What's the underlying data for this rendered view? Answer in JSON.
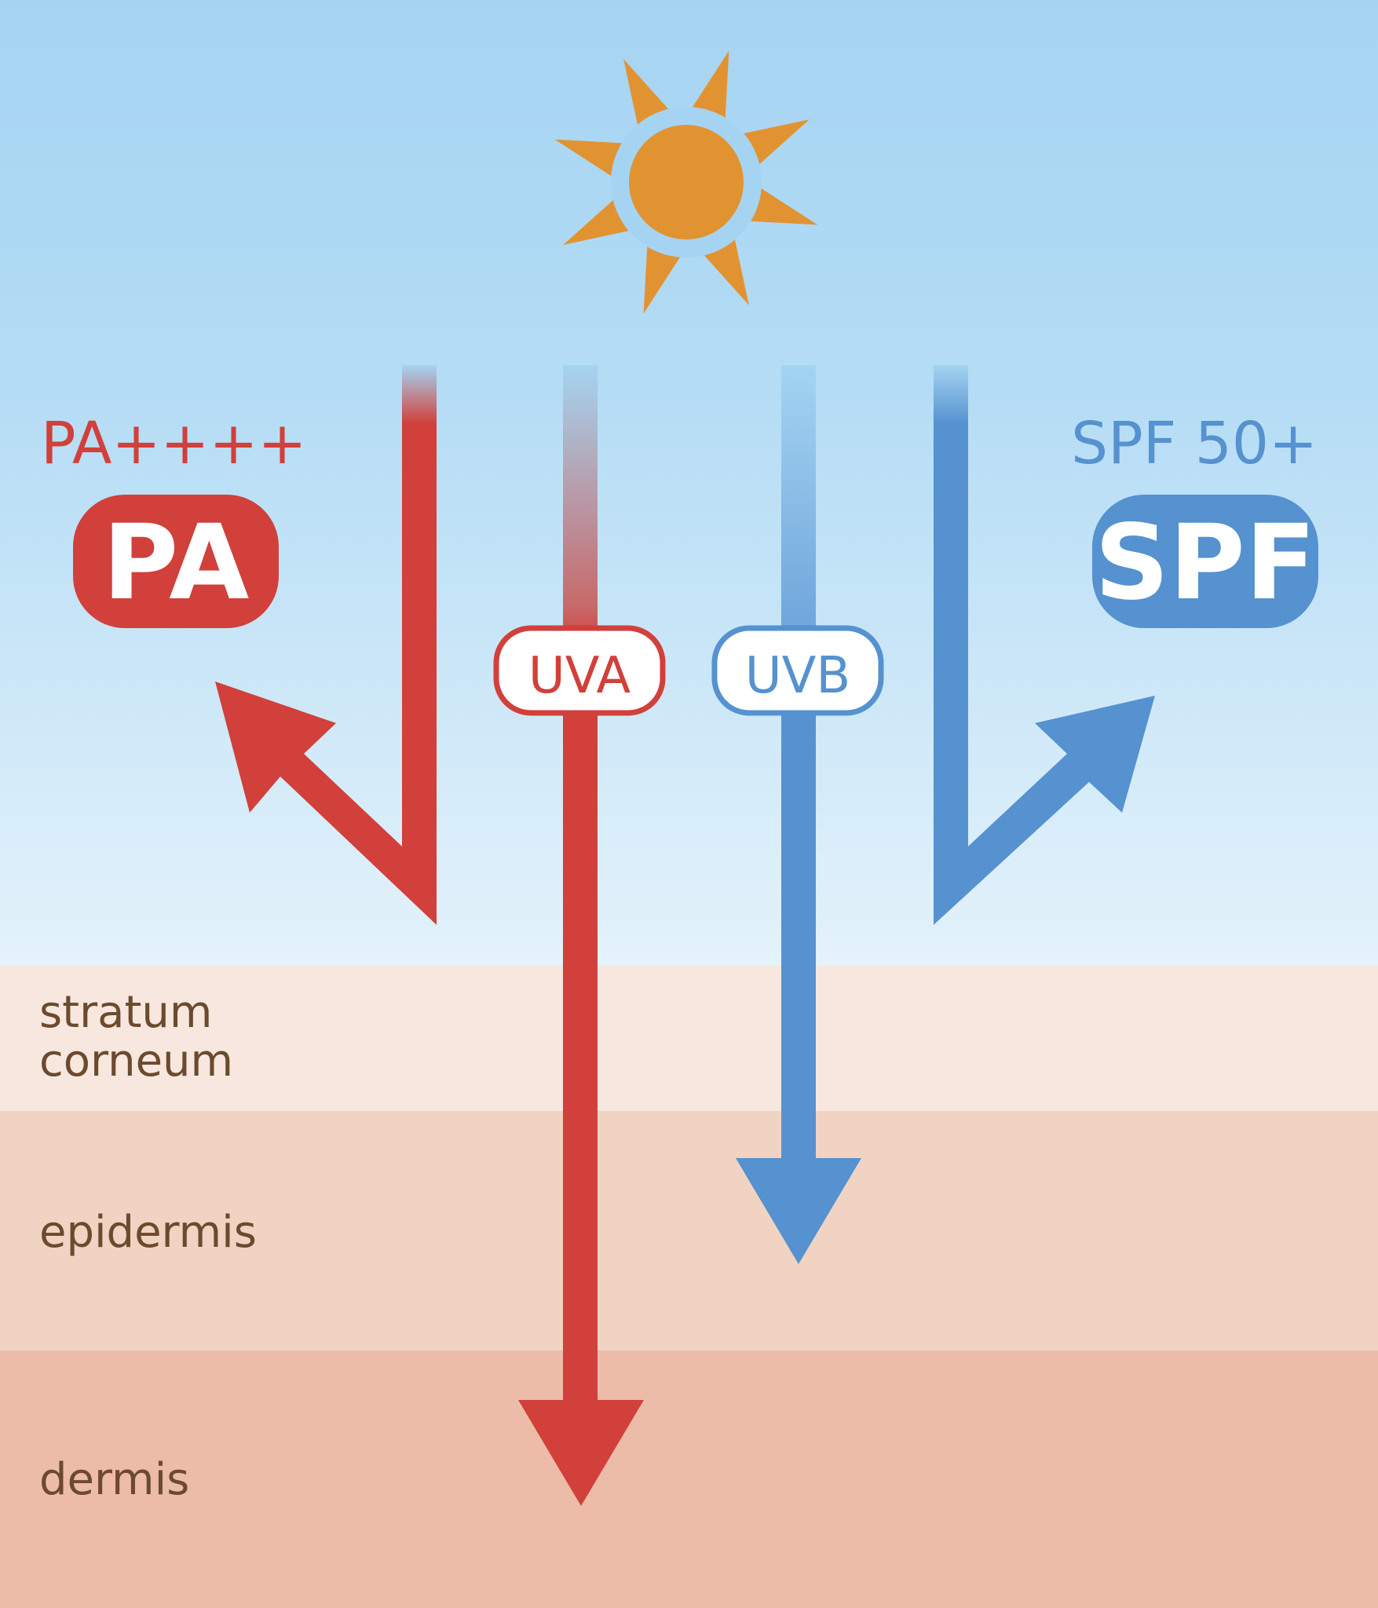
{
  "colors": {
    "sky_top": "#a5d4f2",
    "sky_bottom": "#e4f2fb",
    "stratum_corneum": "#f7e7de",
    "epidermis": "#f1d3c3",
    "dermis": "#ecbca8",
    "uva_red": "#d1403a",
    "uvb_blue": "#5592cf",
    "sun_orange": "#e29331",
    "skin_text": "#6b4a2e"
  },
  "icons": {
    "sun": "sun-icon"
  },
  "pa_rating": "PA++++",
  "pa_badge": "PA",
  "spf_rating": "SPF 50+",
  "spf_badge": "SPF",
  "uva_label": "UVA",
  "uvb_label": "UVB",
  "skin_layers": {
    "stratum_corneum_line1": "stratum",
    "stratum_corneum_line2": "corneum",
    "epidermis": "epidermis",
    "dermis": "dermis"
  }
}
